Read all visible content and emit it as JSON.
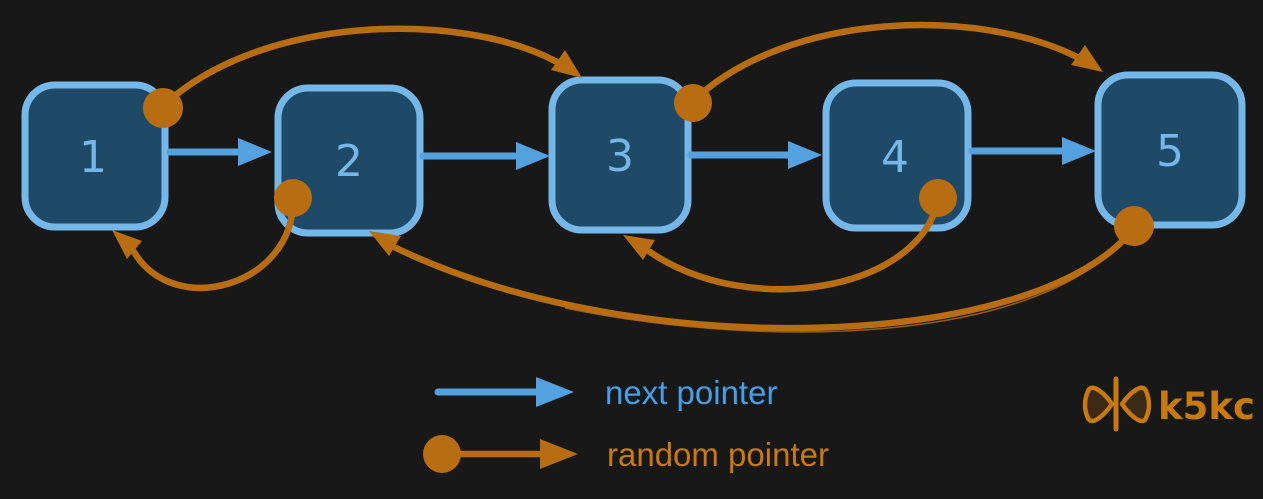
{
  "diagram": {
    "kind": "linked-list-with-random-pointers",
    "nodes": [
      {
        "id": "1",
        "label": "1"
      },
      {
        "id": "2",
        "label": "2"
      },
      {
        "id": "3",
        "label": "3"
      },
      {
        "id": "4",
        "label": "4"
      },
      {
        "id": "5",
        "label": "5"
      }
    ],
    "next_pointers": [
      {
        "from": "1",
        "to": "2"
      },
      {
        "from": "2",
        "to": "3"
      },
      {
        "from": "3",
        "to": "4"
      },
      {
        "from": "4",
        "to": "5"
      }
    ],
    "random_pointers": [
      {
        "from": "1",
        "to": "3"
      },
      {
        "from": "2",
        "to": "1"
      },
      {
        "from": "3",
        "to": "5"
      },
      {
        "from": "4",
        "to": "3"
      },
      {
        "from": "5",
        "to": "2"
      }
    ],
    "colors": {
      "background": "#181818",
      "node_fill": "#1e4a68",
      "node_border": "#75b7e8",
      "node_label": "#75b7e8",
      "next_arrow": "#54a1e0",
      "random_arrow": "#b86d12",
      "legend_next_text": "#459ee6",
      "legend_random_text": "#c87a10",
      "watermark": "#c8790f"
    }
  },
  "legend": {
    "next_label": "next pointer",
    "random_label": "random pointer"
  },
  "watermark": {
    "text": "k5kc"
  }
}
